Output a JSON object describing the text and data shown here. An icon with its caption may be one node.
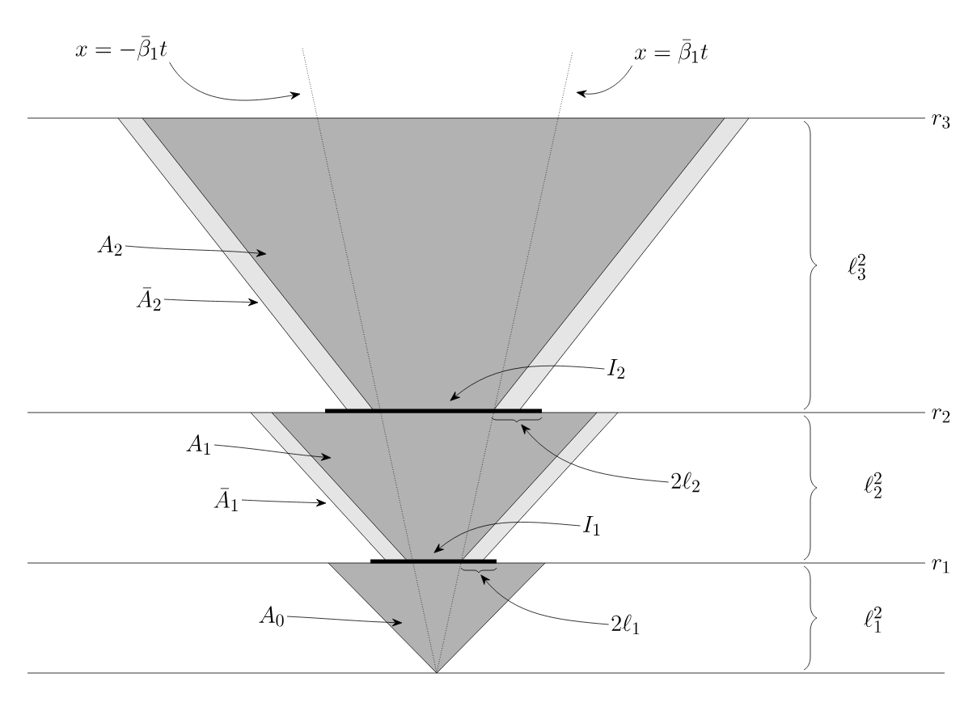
{
  "diagram": {
    "nodes": [
      {
        "text": [
          "x = -\\bar{\\beta}_1 t"
        ]
      },
      {
        "text": [
          "x = \\bar{\\beta}_1 t"
        ]
      },
      {
        "text": [
          "A_2"
        ]
      },
      {
        "text": [
          "\\bar{A}_2"
        ]
      },
      {
        "text": [
          "I_2"
        ]
      },
      {
        "text": [
          "2\\ell_2"
        ]
      },
      {
        "text": [
          "A_1"
        ]
      },
      {
        "text": [
          "\\bar{A}_1"
        ]
      },
      {
        "text": [
          "I_1"
        ]
      },
      {
        "text": [
          "2\\ell_1"
        ]
      },
      {
        "text": [
          "A_0"
        ]
      }
    ],
    "edges": [
      {
        "from": 0,
        "to": null,
        "arrow": "to"
      },
      {
        "from": 1,
        "to": null,
        "arrow": "to"
      },
      {
        "from": 2,
        "to": null,
        "arrow": "to"
      },
      {
        "from": 3,
        "to": null,
        "arrow": "to"
      },
      {
        "from": 4,
        "to": null,
        "arrow": "to"
      },
      {
        "from": 5,
        "to": null,
        "arrow": "to"
      },
      {
        "from": 6,
        "to": null,
        "arrow": "to"
      },
      {
        "from": 7,
        "to": null,
        "arrow": "to"
      },
      {
        "from": 8,
        "to": null,
        "arrow": "to"
      },
      {
        "from": 9,
        "to": null,
        "arrow": "to"
      },
      {
        "from": 10,
        "to": null,
        "arrow": "to"
      }
    ],
    "labels": [
      "r_3",
      "\\ell_3^2",
      "r_2",
      "\\ell_2^2",
      "r_1",
      "\\ell_1^2"
    ]
  }
}
